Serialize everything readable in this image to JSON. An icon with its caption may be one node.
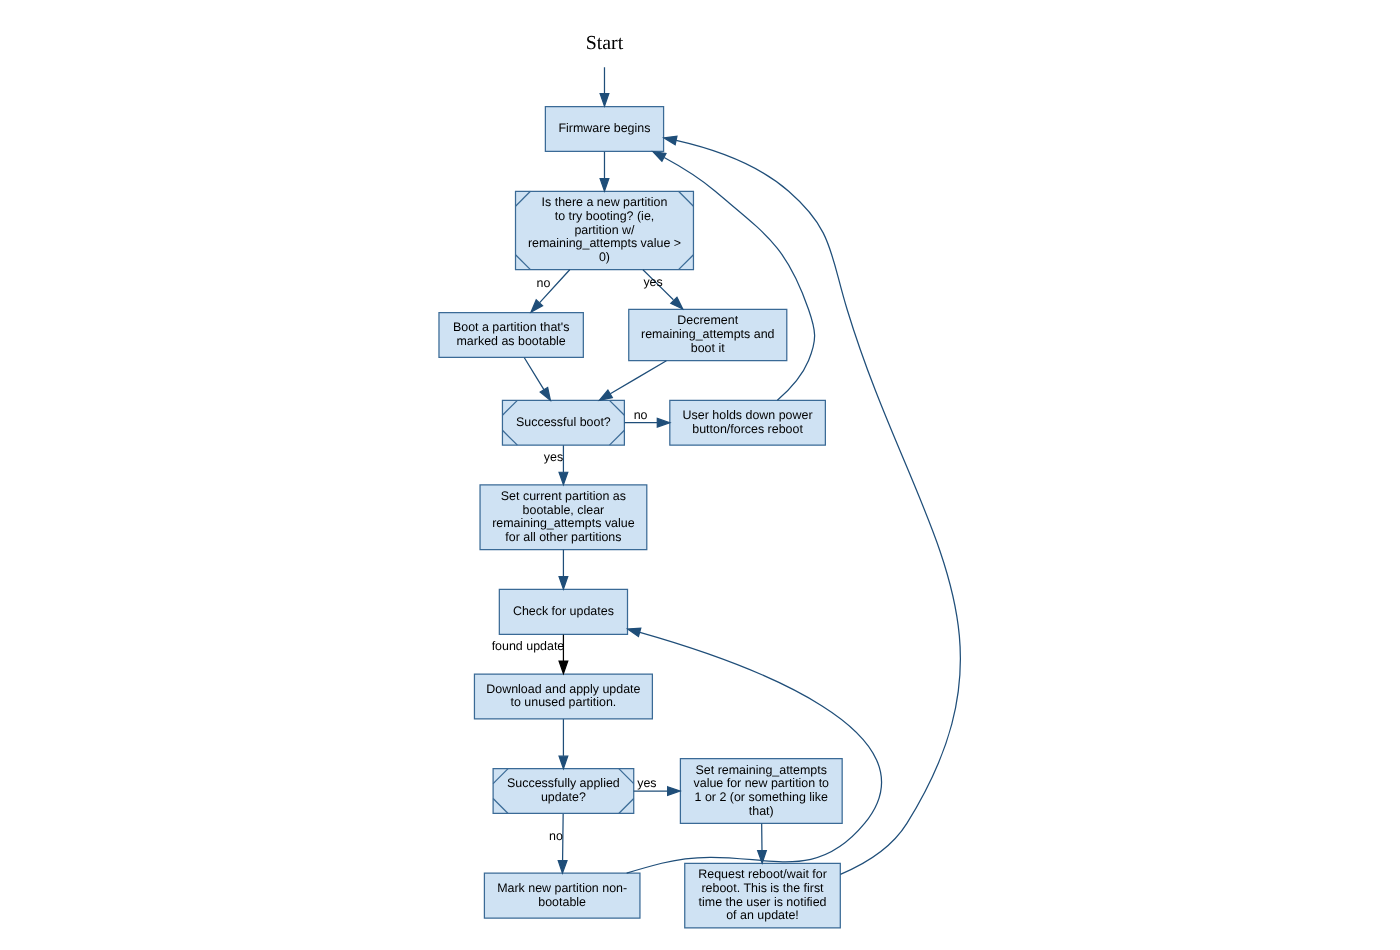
{
  "diagram": {
    "nodes": [
      {
        "text": [
          "Start"
        ]
      },
      {
        "text": [
          "Firmware begins"
        ]
      },
      {
        "text": [
          "Is there a new partition to try booting? (ie, partition w/ remaining_attempts value > 0)"
        ]
      },
      {
        "text": [
          "Boot a partition that's marked as bootable"
        ]
      },
      {
        "text": [
          "Decrement remaining_attempts and boot it"
        ]
      },
      {
        "text": [
          "Successful boot?"
        ]
      },
      {
        "text": [
          "User holds down power button/forces reboot"
        ]
      },
      {
        "text": [
          "Set current partition as bootable, clear remaining_attempts value for all other partitions"
        ]
      },
      {
        "text": [
          "Check for updates"
        ]
      },
      {
        "text": [
          "Download and apply update to unused partition."
        ]
      },
      {
        "text": [
          "Mark new partition non-bootable"
        ]
      },
      {
        "text": [
          "Successfully applied update?"
        ]
      },
      {
        "text": [
          "Set remaining_attempts value for new partition to 1 or 2 (or something like that)"
        ]
      },
      {
        "text": [
          "Request reboot/wait for reboot. This is the first time the user is notified of an update!"
        ]
      }
    ],
    "edges": [
      {
        "from": 0,
        "to": 1,
        "arrow": "to"
      },
      {
        "from": 1,
        "to": 2,
        "arrow": "to"
      },
      {
        "from": 2,
        "to": 3,
        "arrow": "to",
        "label": "no"
      },
      {
        "from": 2,
        "to": 4,
        "arrow": "to",
        "label": "yes"
      },
      {
        "from": 3,
        "to": 5,
        "arrow": "to"
      },
      {
        "from": 4,
        "to": 5,
        "arrow": "to"
      },
      {
        "from": 5,
        "to": 6,
        "arrow": "to",
        "label": "no"
      },
      {
        "from": 6,
        "to": 1,
        "arrow": "to"
      },
      {
        "from": 5,
        "to": 7,
        "arrow": "to",
        "label": "yes"
      },
      {
        "from": 7,
        "to": 8,
        "arrow": "to"
      },
      {
        "from": 8,
        "to": 9,
        "arrow": "to",
        "label": "found update",
        "color": "#000000"
      },
      {
        "from": 9,
        "to": 11,
        "arrow": "to"
      },
      {
        "from": 11,
        "to": 10,
        "arrow": "to",
        "label": "no"
      },
      {
        "from": 10,
        "to": 8,
        "arrow": "to"
      },
      {
        "from": 11,
        "to": 12,
        "arrow": "to",
        "label": "yes"
      },
      {
        "from": 12,
        "to": 13,
        "arrow": "to"
      },
      {
        "from": 13,
        "to": 1,
        "arrow": "to"
      }
    ]
  }
}
